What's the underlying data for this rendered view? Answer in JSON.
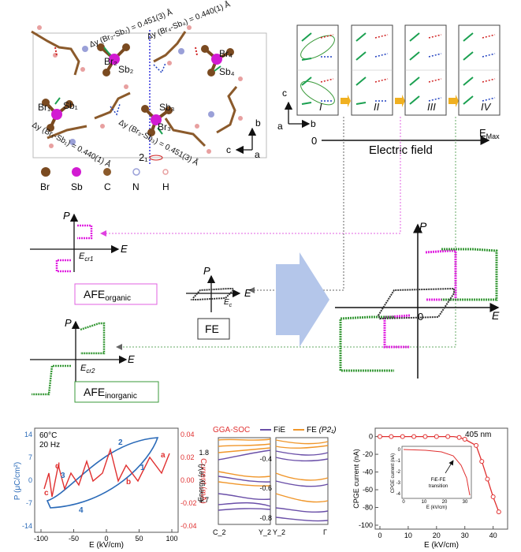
{
  "crystal": {
    "dy_top_left": "Δy (Br₂-Sb₂) = 0.451(3) Å",
    "dy_top_right": "Δy (Br₄-Sb₄) = 0.440(1) Å",
    "dy_bottom_left": "Δy (Br₁-Sb₁) = 0.440(1) Å",
    "dy_bottom_right": "Δy (Br₃-Sb₃) = 0.451(3) Å",
    "screw_axis": "2₁",
    "atoms": [
      {
        "label": "Br1",
        "text": "Br₁"
      },
      {
        "label": "Sb1",
        "text": "Sb₁"
      },
      {
        "label": "Br2",
        "text": "Br₂"
      },
      {
        "label": "Sb2",
        "text": "Sb₂"
      },
      {
        "label": "Br3",
        "text": "Br₃"
      },
      {
        "label": "Sb3",
        "text": "Sb₃"
      },
      {
        "label": "Br4",
        "text": "Br₄"
      },
      {
        "label": "Sb4",
        "text": "Sb₄"
      }
    ],
    "axes": {
      "b": "b",
      "c": "c",
      "a": "a"
    },
    "legend": [
      {
        "label": "Br",
        "color": "#7a4a20"
      },
      {
        "label": "Sb",
        "color": "#d21bd2"
      },
      {
        "label": "C",
        "color": "#8b5a2b"
      },
      {
        "label": "N",
        "color": "#9aa0d8"
      },
      {
        "label": "H",
        "color": "#e8a0a0"
      }
    ]
  },
  "field_panel": {
    "states": [
      "I",
      "II",
      "III",
      "IV"
    ],
    "axes": {
      "c": "c",
      "a": "a",
      "b": "b"
    },
    "zero": "0",
    "emax": "E",
    "emax_sub": "Max",
    "field_label": "Electric field"
  },
  "loops": {
    "afe_organic": {
      "p": "P",
      "e": "E",
      "ecr": "E",
      "ecr_sub": "cr1",
      "box": "AFE",
      "box_sub": "organic"
    },
    "fe": {
      "p": "P",
      "e": "E",
      "ec": "E",
      "ec_sub": "c",
      "box": "FE"
    },
    "afe_inorganic": {
      "p": "P",
      "e": "E",
      "ecr": "E",
      "ecr_sub": "cr2",
      "box": "AFE",
      "box_sub": "inorganic"
    },
    "combined": {
      "p": "P",
      "e": "E",
      "zero": "0"
    },
    "colors": {
      "organic": "#e020e0",
      "inorganic": "#3a9a3a",
      "fe": "#333333",
      "arrow": "#b4c6ea"
    }
  },
  "pe_chart": {
    "temp": "60°C",
    "freq": "20 Hz",
    "ylabel_left": "P (μC/cm²)",
    "ylabel_right": "Current (mA)",
    "xlabel": "E (kV/cm)",
    "xticks": [
      "-100",
      "-50",
      "0",
      "50",
      "100"
    ],
    "yticks_left": [
      "14",
      "7",
      "0",
      "-7",
      "-14"
    ],
    "yticks_right": [
      "0.04",
      "0.02",
      "0.00",
      "-0.02",
      "-0.04"
    ],
    "markers": [
      "1",
      "2",
      "3",
      "4",
      "a",
      "b",
      "c",
      "d"
    ]
  },
  "band_chart": {
    "title_left": "GGA-SOC",
    "legend_fie": "FiE",
    "legend_fe": "FE",
    "legend_fe_group": "(P2₁)",
    "ylabel": "Energy (eV)",
    "yticks_left": [
      "1.8",
      "1.7"
    ],
    "yticks_right": [
      "-0.4",
      "-0.6",
      "-0.8"
    ],
    "xticks_left": [
      "C_2",
      "Y_2"
    ],
    "xticks_right": [
      "Y_2",
      "Γ"
    ],
    "colors": {
      "fie": "#6a4fa8",
      "fe": "#f0962a"
    }
  },
  "cpge_chart": {
    "chart_data": {
      "type": "line",
      "x": [
        0,
        2,
        4,
        6,
        8,
        10,
        12,
        14,
        16,
        18,
        20,
        22,
        24,
        26,
        28,
        30,
        34,
        36,
        38,
        40,
        42
      ],
      "y": [
        0,
        0,
        0,
        0,
        0,
        0,
        0,
        0,
        0,
        0,
        0,
        0,
        0,
        0,
        -1,
        -3,
        -10,
        -28,
        -48,
        -68,
        -85
      ],
      "xlabel": "E (kV/cm)",
      "ylabel": "CPGE current (nA)",
      "xlim": [
        0,
        44
      ],
      "ylim": [
        -100,
        5
      ]
    },
    "annotation": "405 nm",
    "xticks": [
      "0",
      "10",
      "20",
      "30",
      "40"
    ],
    "yticks": [
      "0",
      "-20",
      "-40",
      "-60",
      "-80",
      "-100"
    ],
    "inset": {
      "ylabel": "CPGE current (nA)",
      "xlabel": "E (kV/cm)",
      "yticks": [
        "0",
        "-1",
        "-2",
        "-3",
        "-4"
      ],
      "xticks": [
        "0",
        "10",
        "20",
        "30"
      ],
      "note_line1": "FiE-FE",
      "note_line2": "transition"
    }
  }
}
